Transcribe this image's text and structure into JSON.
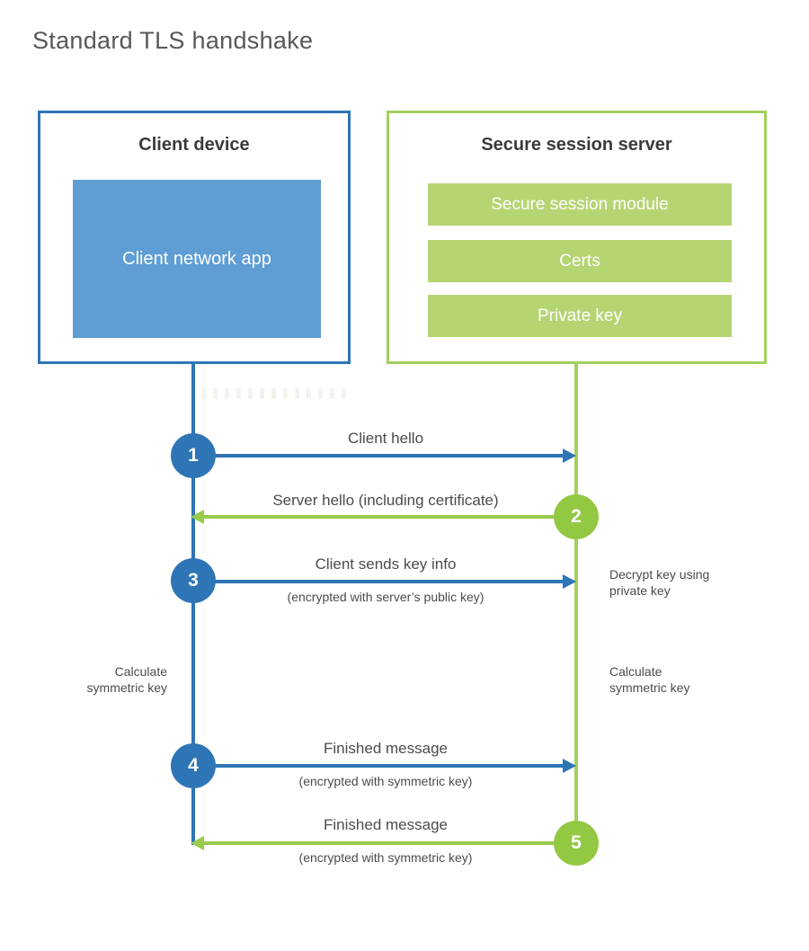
{
  "title": "Standard TLS handshake",
  "colors": {
    "blue_border": "#2e75b6",
    "blue_fill": "#5f9dd5",
    "green_border": "#a2d05c",
    "green_fill": "#b5d573",
    "green_accent": "#93c843",
    "text_dark": "#3b3b3d",
    "text_gray": "#4b4b4d",
    "title_gray": "#58585a"
  },
  "client": {
    "title": "Client device",
    "app_label": "Client network app"
  },
  "server": {
    "title": "Secure session server",
    "modules": [
      {
        "label": "Secure session module"
      },
      {
        "label": "Certs"
      },
      {
        "label": "Private key"
      }
    ]
  },
  "steps": [
    {
      "number": "1",
      "from": "client",
      "to": "server",
      "color": "blue",
      "label": "Client hello",
      "sublabel": ""
    },
    {
      "number": "2",
      "from": "server",
      "to": "client",
      "color": "green",
      "label": "Server hello (including certificate)",
      "sublabel": ""
    },
    {
      "number": "3",
      "from": "client",
      "to": "server",
      "color": "blue",
      "label": "Client sends key info",
      "sublabel": "(encrypted with server’s public key)"
    },
    {
      "number": "4",
      "from": "client",
      "to": "server",
      "color": "blue",
      "label": "Finished message",
      "sublabel": "(encrypted with symmetric key)"
    },
    {
      "number": "5",
      "from": "server",
      "to": "client",
      "color": "green",
      "label": "Finished message",
      "sublabel": "(encrypted with symmetric key)"
    }
  ],
  "notes": {
    "decrypt": {
      "line1": "Decrypt key using",
      "line2": "private key"
    },
    "calc_left": {
      "line1": "Calculate",
      "line2": "symmetric key"
    },
    "calc_right": {
      "line1": "Calculate",
      "line2": "symmetric key"
    }
  }
}
